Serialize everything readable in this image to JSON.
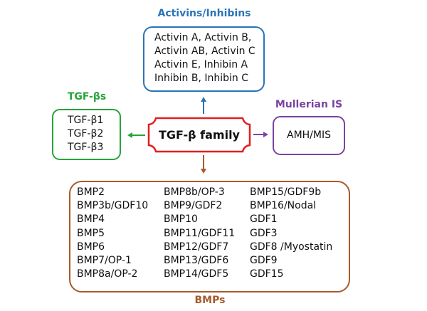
{
  "diagram": {
    "center": {
      "label": "TGF-β family"
    },
    "activins": {
      "title": "Activins/Inhibins",
      "lines": [
        "Activin A, Activin B,",
        "Activin AB, Activin C",
        "Activin E, Inhibin A",
        "Inhibin B, Inhibin C"
      ]
    },
    "tgfbetas": {
      "title": "TGF-βs",
      "lines": [
        "TGF-β1",
        "TGF-β2",
        "TGF-β3"
      ]
    },
    "mullerian": {
      "title": "Mullerian IS",
      "content": "AMH/MIS"
    },
    "bmps": {
      "title": "BMPs",
      "columns": [
        [
          "BMP2",
          "BMP3b/GDF10",
          "BMP4",
          "BMP5",
          "BMP6",
          "BMP7/OP-1",
          "BMP8a/OP-2"
        ],
        [
          "BMP8b/OP-3",
          "BMP9/GDF2",
          "BMP10",
          "BMP11/GDF11",
          "BMP12/GDF7",
          "BMP13/GDF6",
          "BMP14/GDF5"
        ],
        [
          "BMP15/GDF9b",
          "BMP16/Nodal",
          "GDF1",
          "GDF3",
          "GDF8 /Myostatin",
          "GDF9",
          "GDF15"
        ]
      ]
    }
  },
  "colors": {
    "activins": "#2b74b8",
    "tgfbetas": "#27a43a",
    "mullerian": "#7b43a0",
    "bmps": "#a85a2a",
    "center": "#e02020"
  }
}
